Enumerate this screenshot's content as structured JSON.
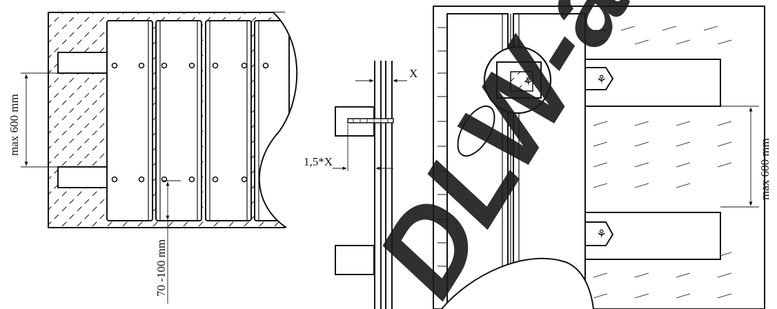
{
  "left_view": {
    "dim_spacing": "max 600 mm",
    "dim_edge": "70 -100 mm"
  },
  "middle_view": {
    "dim_gap": "X",
    "dim_overlap": "1,5*X"
  },
  "right_view": {
    "dim_spacing": "max 600 mm"
  },
  "watermark": {
    "text": "DLW-a.e",
    "color": "#1a1a1a"
  }
}
